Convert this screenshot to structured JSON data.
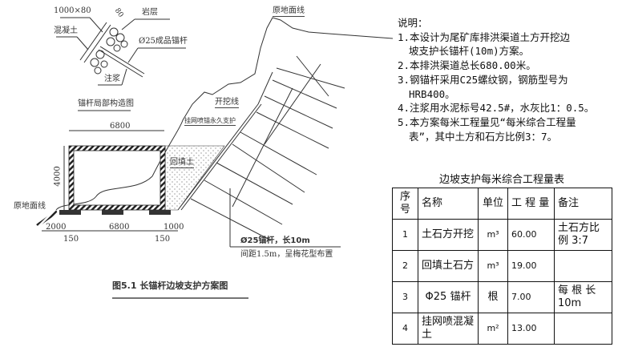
{
  "detail": {
    "plate_label": "1000×80",
    "thickness_label": "80",
    "rock_label": "岩层",
    "concrete_label": "混凝土",
    "anchor_label": "Ø25成品锚杆",
    "grout_label": "注浆",
    "title": "锚杆局部构造图"
  },
  "section": {
    "ground_line_top": "原地面线",
    "excavation_line": "开挖线",
    "support_label": "挂网喷锚永久支护",
    "top_width": "6800",
    "height": "4000",
    "backfill": "回填土",
    "ground_line_left": "原地面线",
    "dims_bottom": [
      "2000",
      "6800",
      "1000"
    ],
    "dims_wall": [
      "150",
      "150"
    ],
    "anchor_spec": "Ø25锚杆，长10m",
    "anchor_layout": "间距1.5m，呈梅花型布置",
    "caption": "图5.1  长锚杆边坡支护方案图"
  },
  "notes": {
    "heading": "说明：",
    "lines": [
      "1.本设计为尾矿库排洪渠道土方开挖边",
      "坡支护长锚杆(10m)方案。",
      "2.本排洪渠道总长680.00米。",
      "3.钢锚杆采用C25螺纹钢，钢筋型号为",
      "HRB400。",
      "4.注浆用水泥标号42.5#，水灰比1：0.5。",
      "5.本方案每米工程量见“每米综合工程量",
      "表”，其中土方和石方比例3：7。"
    ]
  },
  "table": {
    "title": "边坡支护每米综合工程量表",
    "headers": [
      "序号",
      "名称",
      "单位",
      "工 程 量",
      "备注"
    ],
    "rows": [
      [
        "1",
        "土石方开挖",
        "m³",
        "60.00",
        "土石方比例 3:7"
      ],
      [
        "2",
        "回填土石方",
        "m³",
        "19.00",
        ""
      ],
      [
        "3",
        "Φ25 锚杆",
        "根",
        "7.00",
        "每 根 长 10m"
      ],
      [
        "4",
        "挂网喷混凝土",
        "m²",
        "13.00",
        ""
      ]
    ]
  }
}
